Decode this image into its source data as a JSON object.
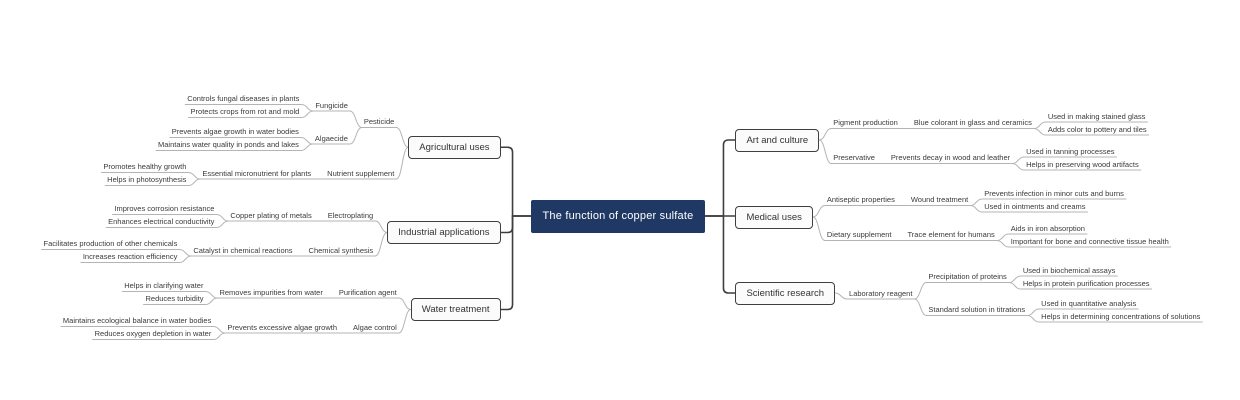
{
  "root": {
    "label": "The function of copper sulfate"
  },
  "colors": {
    "background": "#ffffff",
    "root_bg": "#1f3864",
    "root_text": "#ffffff",
    "branch_border": "#3f3f3f",
    "branch_bg": "#fbfbfb",
    "trunk": "#3f3f3f",
    "line": "#b4b4b4",
    "text": "#3a3a3a"
  },
  "branches": [
    {
      "label": "Agricultural uses",
      "side": "left",
      "children": [
        {
          "label": "Pesticide",
          "children": [
            {
              "label": "Fungicide",
              "children": [
                {
                  "label": "Controls fungal diseases in plants"
                },
                {
                  "label": "Protects crops from rot and mold"
                }
              ]
            },
            {
              "label": "Algaecide",
              "children": [
                {
                  "label": "Prevents algae growth in water bodies"
                },
                {
                  "label": "Maintains water quality in ponds and lakes"
                }
              ]
            }
          ]
        },
        {
          "label": "Nutrient supplement",
          "children": [
            {
              "label": "Essential micronutrient for plants",
              "children": [
                {
                  "label": "Promotes healthy growth"
                },
                {
                  "label": "Helps in photosynthesis"
                }
              ]
            }
          ]
        }
      ]
    },
    {
      "label": "Industrial applications",
      "side": "left",
      "children": [
        {
          "label": "Electroplating",
          "children": [
            {
              "label": "Copper plating of metals",
              "children": [
                {
                  "label": "Improves corrosion resistance"
                },
                {
                  "label": "Enhances electrical conductivity"
                }
              ]
            }
          ]
        },
        {
          "label": "Chemical synthesis",
          "children": [
            {
              "label": "Catalyst in chemical reactions",
              "children": [
                {
                  "label": "Facilitates production of other chemicals"
                },
                {
                  "label": "Increases reaction efficiency"
                }
              ]
            }
          ]
        }
      ]
    },
    {
      "label": "Water treatment",
      "side": "left",
      "children": [
        {
          "label": "Purification agent",
          "children": [
            {
              "label": "Removes impurities from water",
              "children": [
                {
                  "label": "Helps in clarifying water"
                },
                {
                  "label": "Reduces turbidity"
                }
              ]
            }
          ]
        },
        {
          "label": "Algae control",
          "children": [
            {
              "label": "Prevents excessive algae growth",
              "children": [
                {
                  "label": "Maintains ecological balance in water bodies"
                },
                {
                  "label": "Reduces oxygen depletion in water"
                }
              ]
            }
          ]
        }
      ]
    },
    {
      "label": "Art and culture",
      "side": "right",
      "children": [
        {
          "label": "Pigment production",
          "children": [
            {
              "label": "Blue colorant in glass and ceramics",
              "children": [
                {
                  "label": "Used in making stained glass"
                },
                {
                  "label": "Adds color to pottery and tiles"
                }
              ]
            }
          ]
        },
        {
          "label": "Preservative",
          "children": [
            {
              "label": "Prevents decay in wood and leather",
              "children": [
                {
                  "label": "Used in tanning processes"
                },
                {
                  "label": "Helps in preserving wood artifacts"
                }
              ]
            }
          ]
        }
      ]
    },
    {
      "label": "Medical uses",
      "side": "right",
      "children": [
        {
          "label": "Antiseptic properties",
          "children": [
            {
              "label": "Wound treatment",
              "children": [
                {
                  "label": "Prevents infection in minor cuts and burns"
                },
                {
                  "label": "Used in ointments and creams"
                }
              ]
            }
          ]
        },
        {
          "label": "Dietary supplement",
          "children": [
            {
              "label": "Trace element for humans",
              "children": [
                {
                  "label": "Aids in iron absorption"
                },
                {
                  "label": "Important for bone and connective tissue health"
                }
              ]
            }
          ]
        }
      ]
    },
    {
      "label": "Scientific research",
      "side": "right",
      "children": [
        {
          "label": "Laboratory reagent",
          "children": [
            {
              "label": "Precipitation of proteins",
              "children": [
                {
                  "label": "Used in biochemical assays"
                },
                {
                  "label": "Helps in protein purification processes"
                }
              ]
            },
            {
              "label": "Standard solution in titrations",
              "children": [
                {
                  "label": "Used in quantitative analysis"
                },
                {
                  "label": "Helps in determining concentrations of solutions"
                }
              ]
            }
          ]
        }
      ]
    }
  ]
}
